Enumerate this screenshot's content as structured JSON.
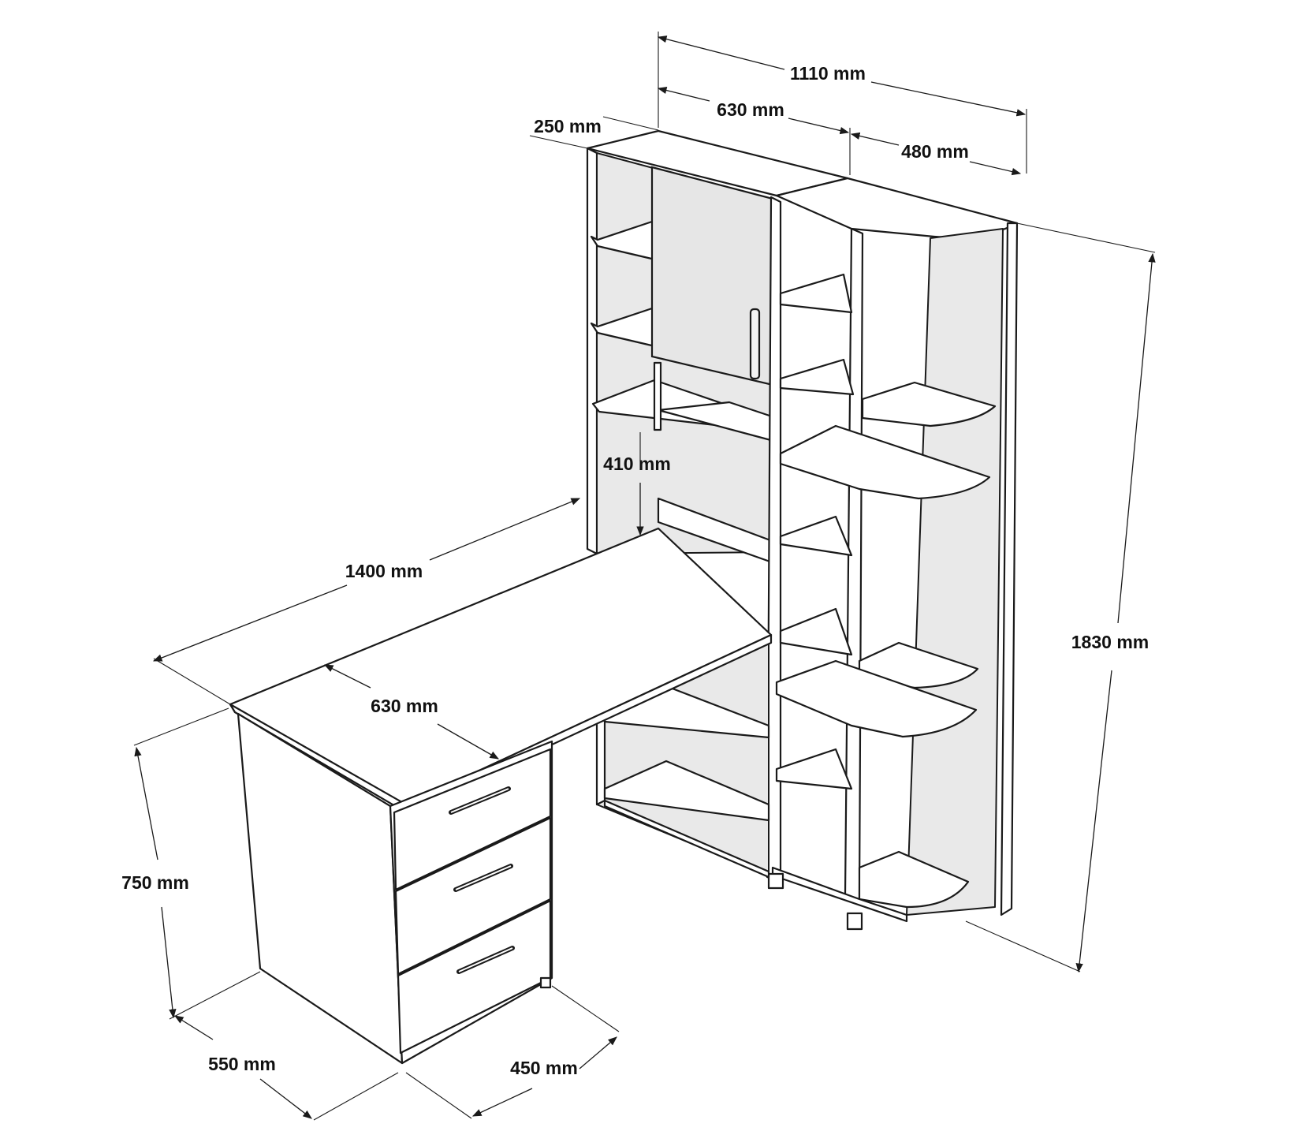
{
  "dimensions": {
    "overall_width": "1110 mm",
    "cabinet_left_width": "630 mm",
    "cabinet_right_width": "480 mm",
    "shelf_depth": "250 mm",
    "knee_height": "410 mm",
    "desk_length": "1400 mm",
    "desk_depth": "630 mm",
    "total_height": "1830 mm",
    "desk_height": "750 mm",
    "pedestal_depth": "550 mm",
    "pedestal_width": "450 mm"
  }
}
